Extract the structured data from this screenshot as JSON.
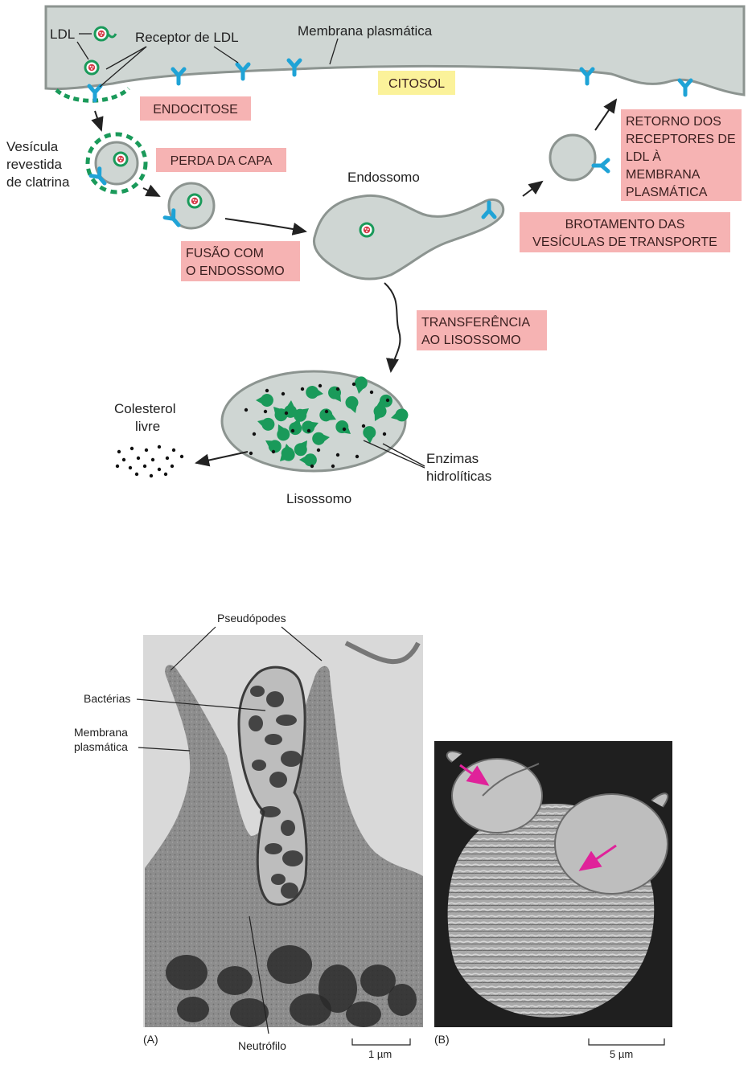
{
  "diagram": {
    "labels": {
      "ldl": "LDL",
      "receptor_ldl": "Receptor de LDL",
      "membrana_plasmatica": "Membrana plasmática",
      "citosol": "CITOSOL",
      "endocitose": "ENDOCITOSE",
      "vesicula_line1": "Vesícula",
      "vesicula_line2": "revestida",
      "vesicula_line3": "de clatrina",
      "perda_capa": "PERDA DA CAPA",
      "endossomo": "Endossomo",
      "fusao_line1": "FUSÃO COM",
      "fusao_line2": "O ENDOSSOMO",
      "retorno_line1": "RETORNO DOS",
      "retorno_line2": "RECEPTORES DE",
      "retorno_line3": "LDL À",
      "retorno_line4": "MEMBRANA",
      "retorno_line5": "PLASMÁTICA",
      "brotamento_line1": "BROTAMENTO DAS",
      "brotamento_line2": "VESÍCULAS DE TRANSPORTE",
      "transferencia_line1": "TRANSFERÊNCIA",
      "transferencia_line2": "AO LISOSSOMO",
      "colesterol_line1": "Colesterol",
      "colesterol_line2": "livre",
      "enzimas_line1": "Enzimas",
      "enzimas_line2": "hidrolíticas",
      "lisossomo": "Lisossomo"
    },
    "colors": {
      "membrane_fill": "#cfd6d3",
      "membrane_stroke": "#8c9490",
      "receptor": "#1fa3d6",
      "clathrin": "#1a9a5a",
      "enzyme": "#1a9a5a",
      "ldl_core": "#d63a48",
      "process_box": "#f6b3b3",
      "cytosol_box": "#fbf29a"
    }
  },
  "micrographs": {
    "a": {
      "panel_label": "(A)",
      "pseudopodes": "Pseudópodes",
      "bacterias": "Bactérias",
      "membrana_line1": "Membrana",
      "membrana_line2": "plasmática",
      "neutrofilo": "Neutrófilo",
      "scale": "1 µm"
    },
    "b": {
      "panel_label": "(B)",
      "scale": "5 µm"
    }
  }
}
